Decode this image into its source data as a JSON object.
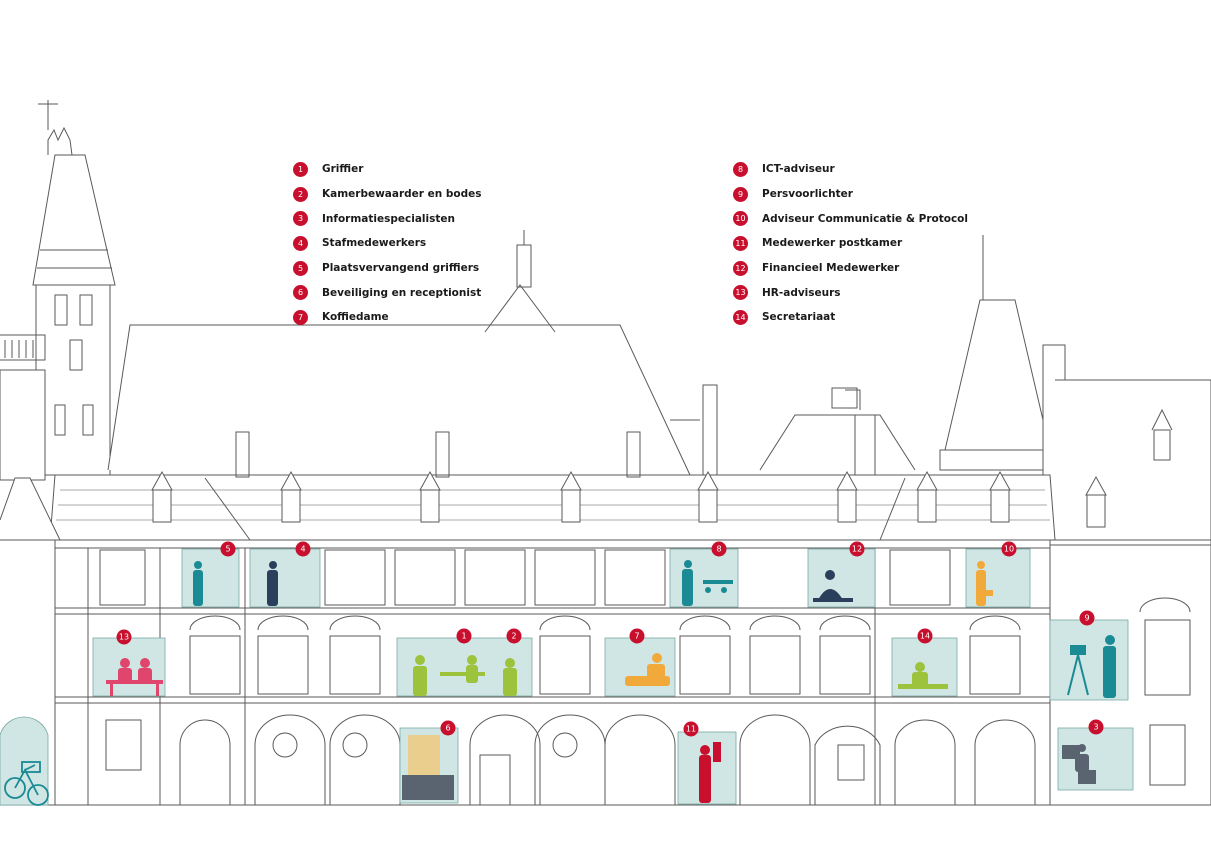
{
  "colors": {
    "accent": "#c8102e",
    "window_tint": "#cfe6e4",
    "line": "#5a5a5a",
    "figure_teal": "#1a8a94",
    "figure_navy": "#2a3f5c",
    "figure_green": "#9dc23b",
    "figure_orange": "#f2a93b",
    "figure_pink": "#e0456e"
  },
  "legend_left": [
    {
      "num": "1",
      "label": "Griffier"
    },
    {
      "num": "2",
      "label": "Kamerbewaarder en bodes"
    },
    {
      "num": "3",
      "label": "Informatiespecialisten"
    },
    {
      "num": "4",
      "label": "Stafmedewerkers"
    },
    {
      "num": "5",
      "label": "Plaatsvervangend griffiers"
    },
    {
      "num": "6",
      "label": "Beveiliging en receptionist"
    },
    {
      "num": "7",
      "label": "Koffiedame"
    }
  ],
  "legend_right": [
    {
      "num": "8",
      "label": "ICT-adviseur"
    },
    {
      "num": "9",
      "label": "Persvoorlichter"
    },
    {
      "num": "10",
      "label": "Adviseur Communicatie & Protocol"
    },
    {
      "num": "11",
      "label": "Medewerker postkamer"
    },
    {
      "num": "12",
      "label": "Financieel Medewerker"
    },
    {
      "num": "13",
      "label": "HR-adviseurs"
    },
    {
      "num": "14",
      "label": "Secretariaat"
    }
  ],
  "room_markers": [
    {
      "num": "5",
      "role": "Plaatsvervangend griffiers"
    },
    {
      "num": "4",
      "role": "Stafmedewerkers"
    },
    {
      "num": "8",
      "role": "ICT-adviseur"
    },
    {
      "num": "12",
      "role": "Financieel Medewerker"
    },
    {
      "num": "10",
      "role": "Adviseur Communicatie & Protocol"
    },
    {
      "num": "13",
      "role": "HR-adviseurs"
    },
    {
      "num": "1",
      "role": "Griffier"
    },
    {
      "num": "2",
      "role": "Kamerbewaarder en bodes"
    },
    {
      "num": "7",
      "role": "Koffiedame"
    },
    {
      "num": "14",
      "role": "Secretariaat"
    },
    {
      "num": "9",
      "role": "Persvoorlichter"
    },
    {
      "num": "6",
      "role": "Beveiliging en receptionist"
    },
    {
      "num": "11",
      "role": "Medewerker postkamer"
    },
    {
      "num": "3",
      "role": "Informatiespecialisten"
    }
  ]
}
